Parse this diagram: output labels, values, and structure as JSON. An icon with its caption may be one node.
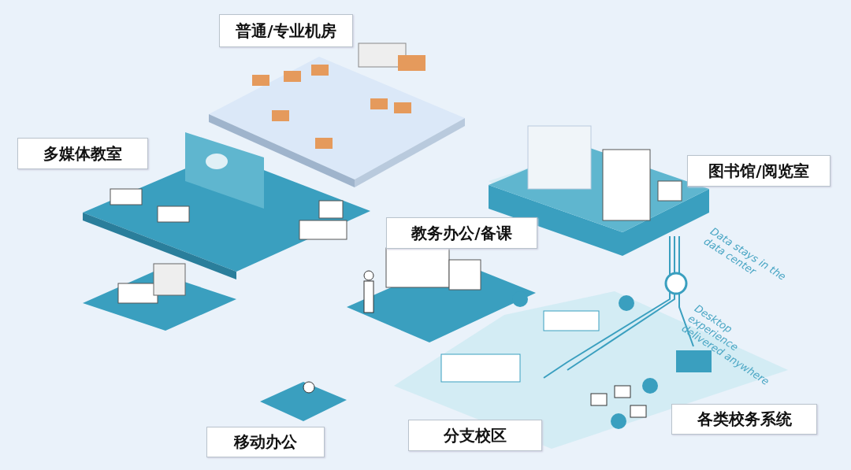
{
  "diagram": {
    "nodes": [
      {
        "text": [
          "普通/专业机房"
        ]
      },
      {
        "text": [
          "多媒体教室"
        ]
      },
      {
        "text": [
          "图书馆/阅览室"
        ]
      },
      {
        "text": [
          "教务办公/备课"
        ]
      },
      {
        "text": [
          "各类校务系统"
        ]
      },
      {
        "text": [
          "移动办公"
        ]
      },
      {
        "text": [
          "分支校区"
        ]
      }
    ],
    "labels": [
      "Data stays in the data center",
      "Desktop experience delivered anywhere"
    ]
  }
}
